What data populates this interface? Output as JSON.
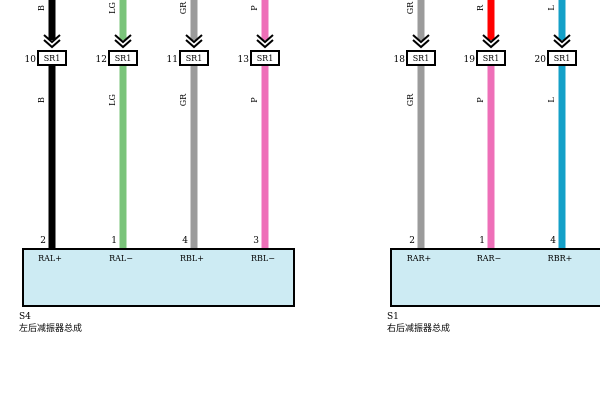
{
  "connector_label": "SR1",
  "colors": {
    "B": "#000000",
    "LG": "#7ac47a",
    "GR": "#9b9b9b",
    "P": "#ee6fb8",
    "R": "#ff0000",
    "L": "#14a0c8",
    "component_fill": "#cdebf3"
  },
  "components": [
    {
      "id": "S4",
      "name": "左后减振器总成",
      "wires": [
        {
          "conn_pin": "10",
          "code_top": "B",
          "code_mid": "B",
          "comp_pin": "2",
          "pin_name": "RAL+"
        },
        {
          "conn_pin": "12",
          "code_top": "LG",
          "code_mid": "LG",
          "comp_pin": "1",
          "pin_name": "RAL−"
        },
        {
          "conn_pin": "11",
          "code_top": "GR",
          "code_mid": "GR",
          "comp_pin": "4",
          "pin_name": "RBL+"
        },
        {
          "conn_pin": "13",
          "code_top": "P",
          "code_mid": "P",
          "comp_pin": "3",
          "pin_name": "RBL−"
        }
      ]
    },
    {
      "id": "S1",
      "name": "右后减振器总成",
      "wires": [
        {
          "conn_pin": "18",
          "code_top": "GR",
          "code_mid": "GR",
          "comp_pin": "2",
          "pin_name": "RAR+"
        },
        {
          "conn_pin": "19",
          "code_top": "R",
          "code_mid": "P",
          "comp_pin": "1",
          "pin_name": "RAR−"
        },
        {
          "conn_pin": "20",
          "code_top": "L",
          "code_mid": "L",
          "comp_pin": "4",
          "pin_name": "RBR+"
        }
      ]
    }
  ]
}
